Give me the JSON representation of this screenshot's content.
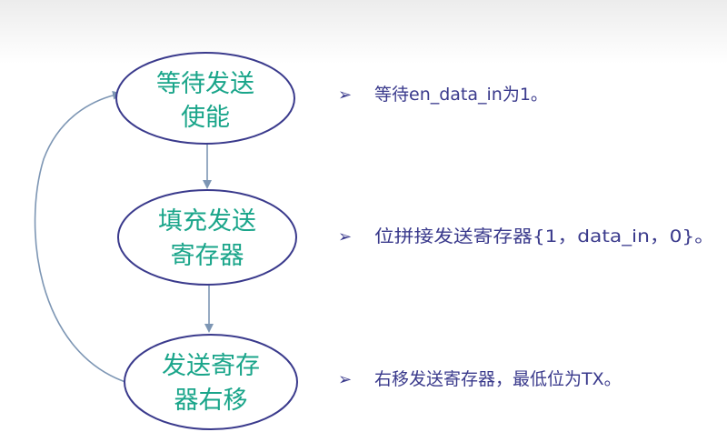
{
  "nodes": [
    {
      "line1": "等待发送",
      "line2": "使能"
    },
    {
      "line1": "填充发送",
      "line2": "寄存器"
    },
    {
      "line1": "发送寄存",
      "line2": "器右移"
    }
  ],
  "bullets": [
    {
      "marker": "➢",
      "text": "等待en_data_in为1。"
    },
    {
      "marker": "➢",
      "text": "位拼接发送寄存器{1，data_in，0}。"
    },
    {
      "marker": "➢",
      "text": "右移发送寄存器，最低位为TX。"
    }
  ],
  "colors": {
    "ellipse_stroke": "#3a3a8c",
    "node_text": "#1aa58a",
    "arrow": "#7d96b4",
    "bullet_text": "#3a3a8c"
  }
}
